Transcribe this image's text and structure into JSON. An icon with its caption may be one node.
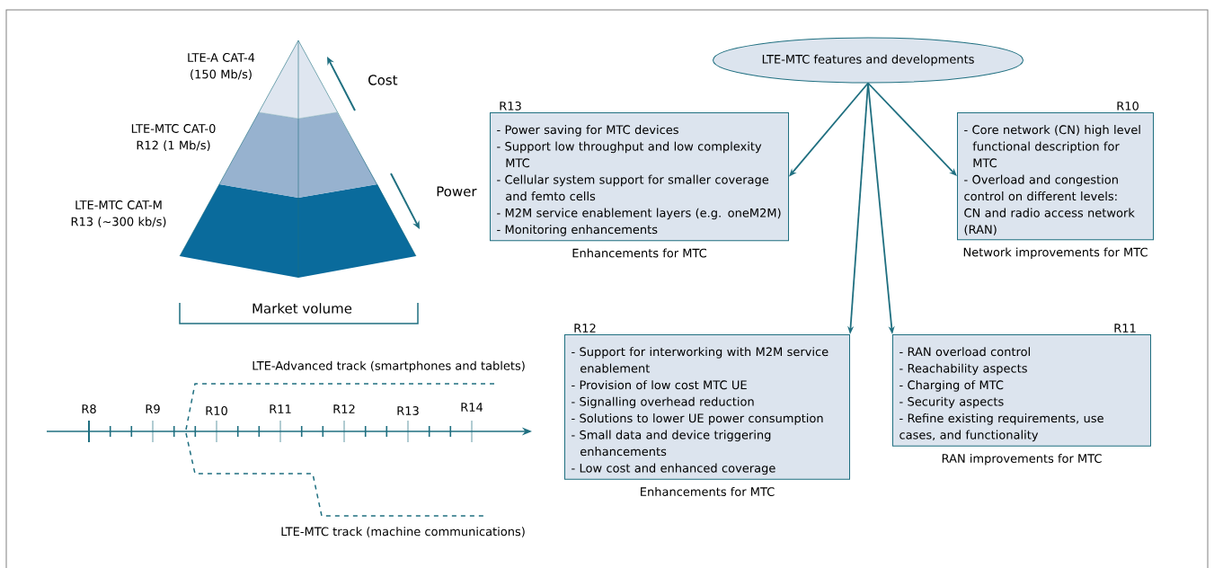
{
  "diagram": {
    "nodes": [
      {
        "text": [
          "LTE-MTC features and developments"
        ]
      },
      {
        "text": [
          "R13",
          "- Power saving for MTC devices",
          "- Support low throughput and low complexity MTC",
          "- Cellular system support for smaller coverage and femto cells",
          "- M2M service enablement layers (e.g. oneM2M)",
          "- Monitoring enhancements"
        ],
        "beside": [
          "Enhancements for MTC"
        ]
      },
      {
        "text": [
          "R10",
          "- Core network (CN) high level functional description for MTC",
          "- Overload and congestion control on different levels: CN and radio access network (RAN)"
        ],
        "beside": [
          "Network improvements for MTC"
        ]
      },
      {
        "text": [
          "R12",
          "- Support for interworking with M2M service enablement",
          "- Provision of low cost MTC UE",
          "- Signalling overhead reduction",
          "- Solutions to lower UE power consumption",
          "- Small data and device triggering enhancements",
          "- Low cost and enhanced coverage"
        ],
        "beside": [
          "Enhancements for MTC"
        ]
      },
      {
        "text": [
          "R11",
          "- RAN overload control",
          "- Reachability aspects",
          "- Charging of MTC",
          "- Security aspects",
          "- Refine existing requirements, use cases, and functionality"
        ],
        "beside": [
          "RAN improvements for MTC"
        ]
      }
    ],
    "edges": [
      {
        "from": 0,
        "to": 1,
        "arrow": "to"
      },
      {
        "from": 0,
        "to": 2,
        "arrow": "to"
      },
      {
        "from": 0,
        "to": 3,
        "arrow": "to"
      },
      {
        "from": 0,
        "to": 4,
        "arrow": "to"
      }
    ],
    "labels": [
      "LTE-A CAT-4 (150 Mb/s)",
      "Cost",
      "LTE-MTC CAT-0 R12 (1 Mb/s)",
      "Power",
      "LTE-MTC CAT-M R13 (∼300 kb/s)",
      "Market volume",
      "LTE-Advanced track (smartphones and tablets)",
      "R8",
      "R9",
      "R10",
      "R11",
      "R12",
      "R13",
      "R14",
      "LTE-MTC track (machine communications)"
    ]
  }
}
